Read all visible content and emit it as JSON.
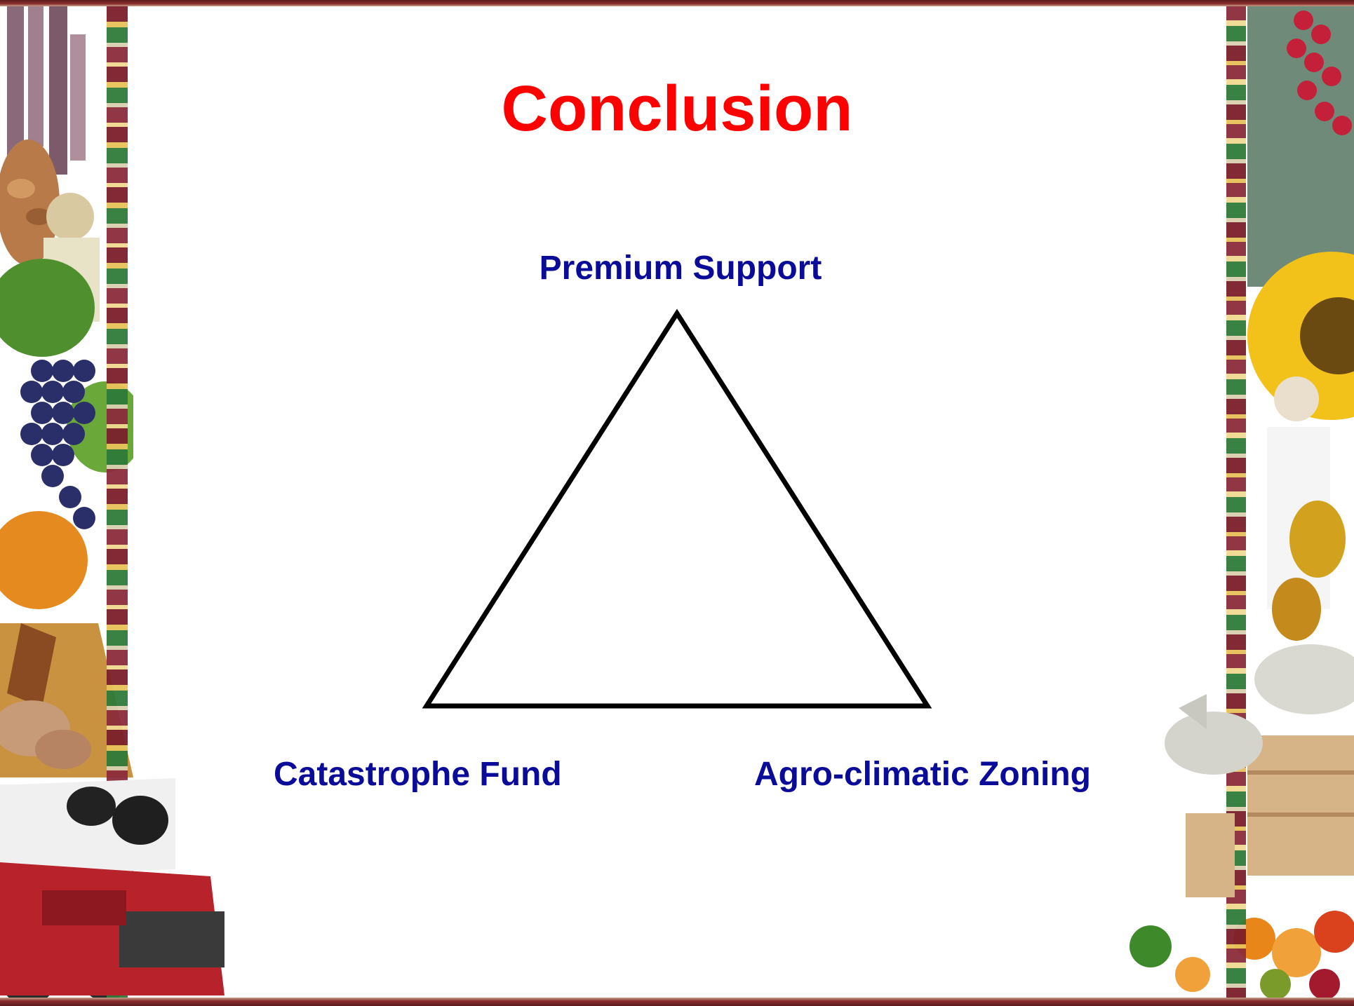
{
  "slide": {
    "title": "Conclusion"
  },
  "diagram": {
    "shape": "triangle",
    "vertices": [
      {
        "position": "top",
        "label": "Premium Support"
      },
      {
        "position": "bottom-left",
        "label": "Catastrophe Fund"
      },
      {
        "position": "bottom-right",
        "label": "Agro-climatic Zoning"
      }
    ]
  },
  "colors": {
    "title": "#ff0000",
    "labels": "#0b0b9a",
    "triangle_stroke": "#000000",
    "border_accent": "#7a1f2b"
  }
}
